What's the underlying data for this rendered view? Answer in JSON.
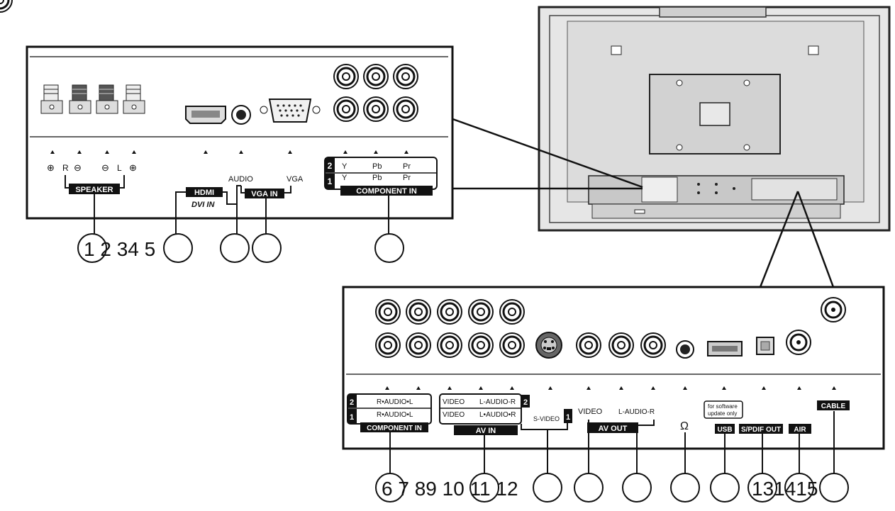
{
  "top_panel": {
    "speaker_symbols": [
      "⊕",
      "R",
      "⊖",
      "⊖",
      "L",
      "⊕"
    ],
    "speaker_tag": "SPEAKER",
    "hdmi_tag": "HDMI",
    "dvi_label": "DVI IN",
    "audio_label": "AUDIO",
    "vga_label": "VGA",
    "vga_in_tag": "VGA IN",
    "component_rows": [
      {
        "index": "2",
        "y": "Y",
        "pb": "Pb",
        "pr": "Pr"
      },
      {
        "index": "1",
        "y": "Y",
        "pb": "Pb",
        "pr": "Pr"
      }
    ],
    "component_tag": "COMPONENT IN",
    "numbers": "1 2 34 5"
  },
  "bottom_panel": {
    "comp_row2_index": "2",
    "comp_row2_label": "R•AUDIO•L",
    "comp_row1_index": "1",
    "comp_row1_label": "R•AUDIO•L",
    "component_tag": "COMPONENT IN",
    "av_row2_video": "VIDEO",
    "av_row2_audio": "L-AUDIO-R",
    "av_row2_index": "2",
    "av_row1_video": "VIDEO",
    "av_row1_audio": "L•AUDIO•R",
    "svideo_label": "S-VIDEO",
    "av_row1_index": "1",
    "av_in_tag": "AV IN",
    "av_out_video": "VIDEO",
    "av_out_audio": "L-AUDIO-R",
    "av_out_tag": "AV OUT",
    "headphone_symbol": "Ω",
    "usb_note_line1": "for software",
    "usb_note_line2": "update only",
    "usb_tag": "USB",
    "spdif_tag": "S/PDIF OUT",
    "air_tag": "AIR",
    "cable_tag": "CABLE",
    "numbers_left": "6 7 89 10 11 12",
    "numbers_right": "131415"
  }
}
